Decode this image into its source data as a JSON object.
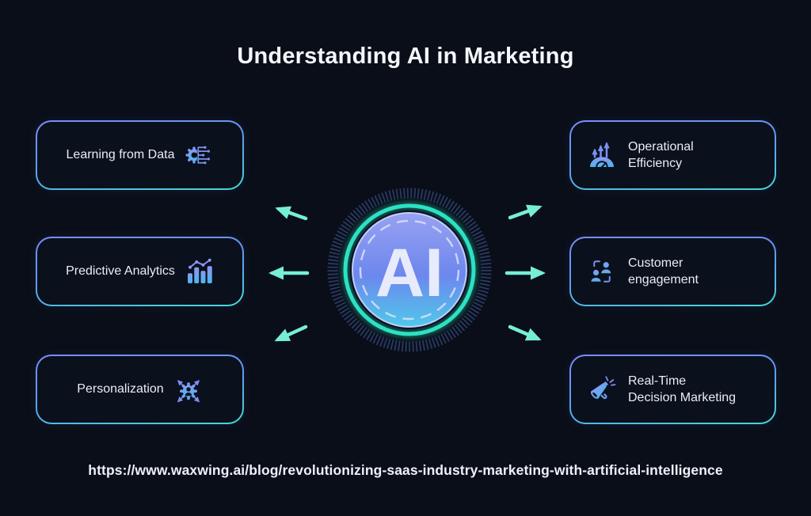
{
  "title": "Understanding AI in Marketing",
  "center": {
    "label": "AI"
  },
  "left_items": [
    {
      "label": "Learning from Data",
      "icon": "gear-circuit-icon"
    },
    {
      "label": "Predictive Analytics",
      "icon": "analytics-chart-icon"
    },
    {
      "label": "Personalization",
      "icon": "user-gear-arrows-icon"
    }
  ],
  "right_items": [
    {
      "lines": [
        "Operational",
        "Efficiency"
      ],
      "icon": "growth-arrows-gauge-icon"
    },
    {
      "lines": [
        "Customer",
        "engagement"
      ],
      "icon": "customer-people-icon"
    },
    {
      "lines": [
        "Real-Time",
        "Decision Marketing"
      ],
      "icon": "megaphone-icon"
    }
  ],
  "source_url": "https://www.waxwing.ai/blog/revolutionizing-saas-industry-marketing-with-artificial-intelligence",
  "colors": {
    "background": "#0a0e18",
    "box_fill": "#0a101c",
    "border_gradient_top": "#7e8bf8",
    "border_gradient_bottom": "#45d9d6",
    "arrow": "#76eed6",
    "ring_teal": "#2be2c2",
    "tick_ring": "#2a3b66",
    "center_gradient_top": "#98a1f1",
    "center_gradient_bottom": "#4fc9e9",
    "icon_gradient_top": "#8d97f4",
    "icon_gradient_bottom": "#4cb6ee",
    "text": "#e9edf4"
  }
}
